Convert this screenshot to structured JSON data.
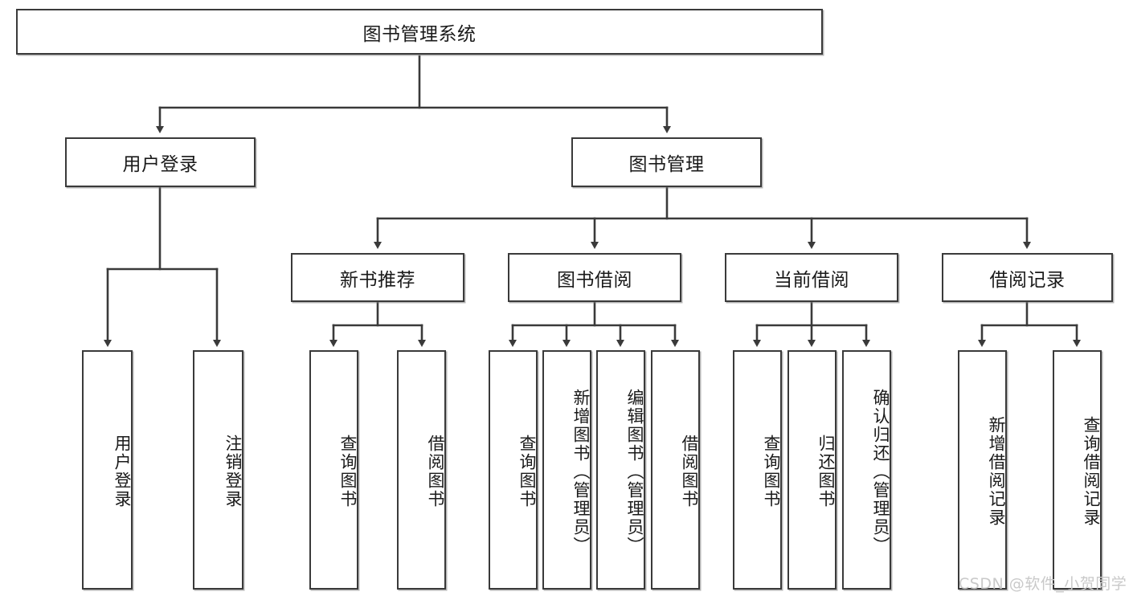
{
  "diagram": {
    "type": "hierarchy-tree",
    "title": "图书管理系统",
    "watermark": "CSDN @软件_小贺同学",
    "colors": {
      "box_border": "#3a3a3a",
      "box_fill": "#ffffff",
      "connector": "#3a3a3a",
      "watermark": "#c9c9c9",
      "background": "#ffffff"
    },
    "nodes": {
      "root": {
        "label": "图书管理系统",
        "level": 1,
        "orientation": "horizontal"
      },
      "user_login": {
        "label": "用户登录",
        "level": 2,
        "orientation": "horizontal"
      },
      "book_manage": {
        "label": "图书管理",
        "level": 2,
        "orientation": "horizontal"
      },
      "new_book_rec": {
        "label": "新书推荐",
        "level": 3,
        "orientation": "horizontal"
      },
      "book_borrow": {
        "label": "图书借阅",
        "level": 3,
        "orientation": "horizontal"
      },
      "current_borrow": {
        "label": "当前借阅",
        "level": 3,
        "orientation": "horizontal"
      },
      "borrow_record": {
        "label": "借阅记录",
        "level": 3,
        "orientation": "horizontal"
      },
      "leaf_user_login": {
        "label": "用户登录",
        "level": 4,
        "orientation": "vertical"
      },
      "leaf_logout": {
        "label": "注销登录",
        "level": 4,
        "orientation": "vertical"
      },
      "leaf_query_book_a": {
        "label": "查询图书",
        "level": 4,
        "orientation": "vertical"
      },
      "leaf_borrow_book_a": {
        "label": "借阅图书",
        "level": 4,
        "orientation": "vertical"
      },
      "leaf_query_book_b": {
        "label": "查询图书",
        "level": 4,
        "orientation": "vertical"
      },
      "leaf_add_book": {
        "label": "新增图书（管理员）",
        "level": 4,
        "orientation": "vertical"
      },
      "leaf_edit_book": {
        "label": "编辑图书（管理员）",
        "level": 4,
        "orientation": "vertical"
      },
      "leaf_borrow_book_b": {
        "label": "借阅图书",
        "level": 4,
        "orientation": "vertical"
      },
      "leaf_query_book_c": {
        "label": "查询图书",
        "level": 4,
        "orientation": "vertical"
      },
      "leaf_return_book": {
        "label": "归还图书",
        "level": 4,
        "orientation": "vertical"
      },
      "leaf_confirm_return": {
        "label": "确认归还（管理员）",
        "level": 4,
        "orientation": "vertical"
      },
      "leaf_add_record": {
        "label": "新增借阅记录",
        "level": 4,
        "orientation": "vertical"
      },
      "leaf_query_record": {
        "label": "查询借阅记录",
        "level": 4,
        "orientation": "vertical"
      }
    },
    "edges": [
      {
        "from": "root",
        "to": "user_login"
      },
      {
        "from": "root",
        "to": "book_manage"
      },
      {
        "from": "user_login",
        "to": "leaf_user_login"
      },
      {
        "from": "user_login",
        "to": "leaf_logout"
      },
      {
        "from": "book_manage",
        "to": "new_book_rec"
      },
      {
        "from": "book_manage",
        "to": "book_borrow"
      },
      {
        "from": "book_manage",
        "to": "current_borrow"
      },
      {
        "from": "book_manage",
        "to": "borrow_record"
      },
      {
        "from": "new_book_rec",
        "to": "leaf_query_book_a"
      },
      {
        "from": "new_book_rec",
        "to": "leaf_borrow_book_a"
      },
      {
        "from": "book_borrow",
        "to": "leaf_query_book_b"
      },
      {
        "from": "book_borrow",
        "to": "leaf_add_book"
      },
      {
        "from": "book_borrow",
        "to": "leaf_edit_book"
      },
      {
        "from": "book_borrow",
        "to": "leaf_borrow_book_b"
      },
      {
        "from": "current_borrow",
        "to": "leaf_query_book_c"
      },
      {
        "from": "current_borrow",
        "to": "leaf_return_book"
      },
      {
        "from": "current_borrow",
        "to": "leaf_confirm_return"
      },
      {
        "from": "borrow_record",
        "to": "leaf_add_record"
      },
      {
        "from": "borrow_record",
        "to": "leaf_query_record"
      }
    ]
  }
}
